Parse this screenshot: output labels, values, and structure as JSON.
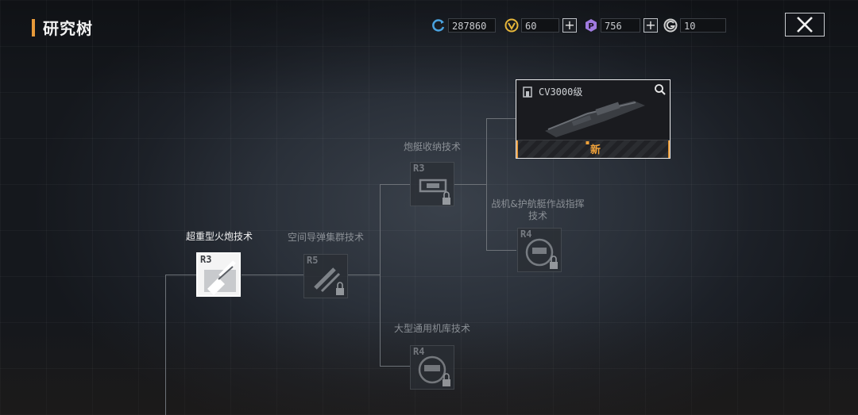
{
  "header": {
    "title": "研究树",
    "close_icon": "close-icon"
  },
  "currencies": [
    {
      "name": "credits",
      "icon": "cycle-coin-icon",
      "value": "287860",
      "color": "#4aa3e0"
    },
    {
      "name": "gold",
      "icon": "v-coin-icon",
      "value": "60",
      "color": "#e7b63a"
    },
    {
      "name": "premium",
      "icon": "hex-p-icon",
      "value": "756",
      "color": "#a07be0"
    },
    {
      "name": "energy",
      "icon": "g-coin-icon",
      "value": "10",
      "color": "#d0d0d0"
    }
  ],
  "ship": {
    "name": "CV3000级",
    "new_label": "新",
    "icon": "ship-icon",
    "search_icon": "magnifier-icon"
  },
  "tech_nodes": {
    "super_heavy_cannon": {
      "label": "超重型火炮技术",
      "rank": "R3",
      "state": "unlocked",
      "icon": "cannon-icon"
    },
    "space_missile_cluster": {
      "label": "空间导弹集群技术",
      "rank": "R5",
      "state": "locked",
      "icon": "missile-icon"
    },
    "gunboat_storage": {
      "label": "炮艇收纳技术",
      "rank": "R3",
      "state": "locked",
      "icon": "storage-icon"
    },
    "fighter_escort_command": {
      "label": "战机&护航艇作战指挥技术",
      "rank": "R4",
      "state": "locked",
      "icon": "command-icon"
    },
    "large_hangar": {
      "label": "大型通用机库技术",
      "rank": "R4",
      "state": "locked",
      "icon": "hangar-icon"
    }
  },
  "accent_color": "#e79a3a"
}
